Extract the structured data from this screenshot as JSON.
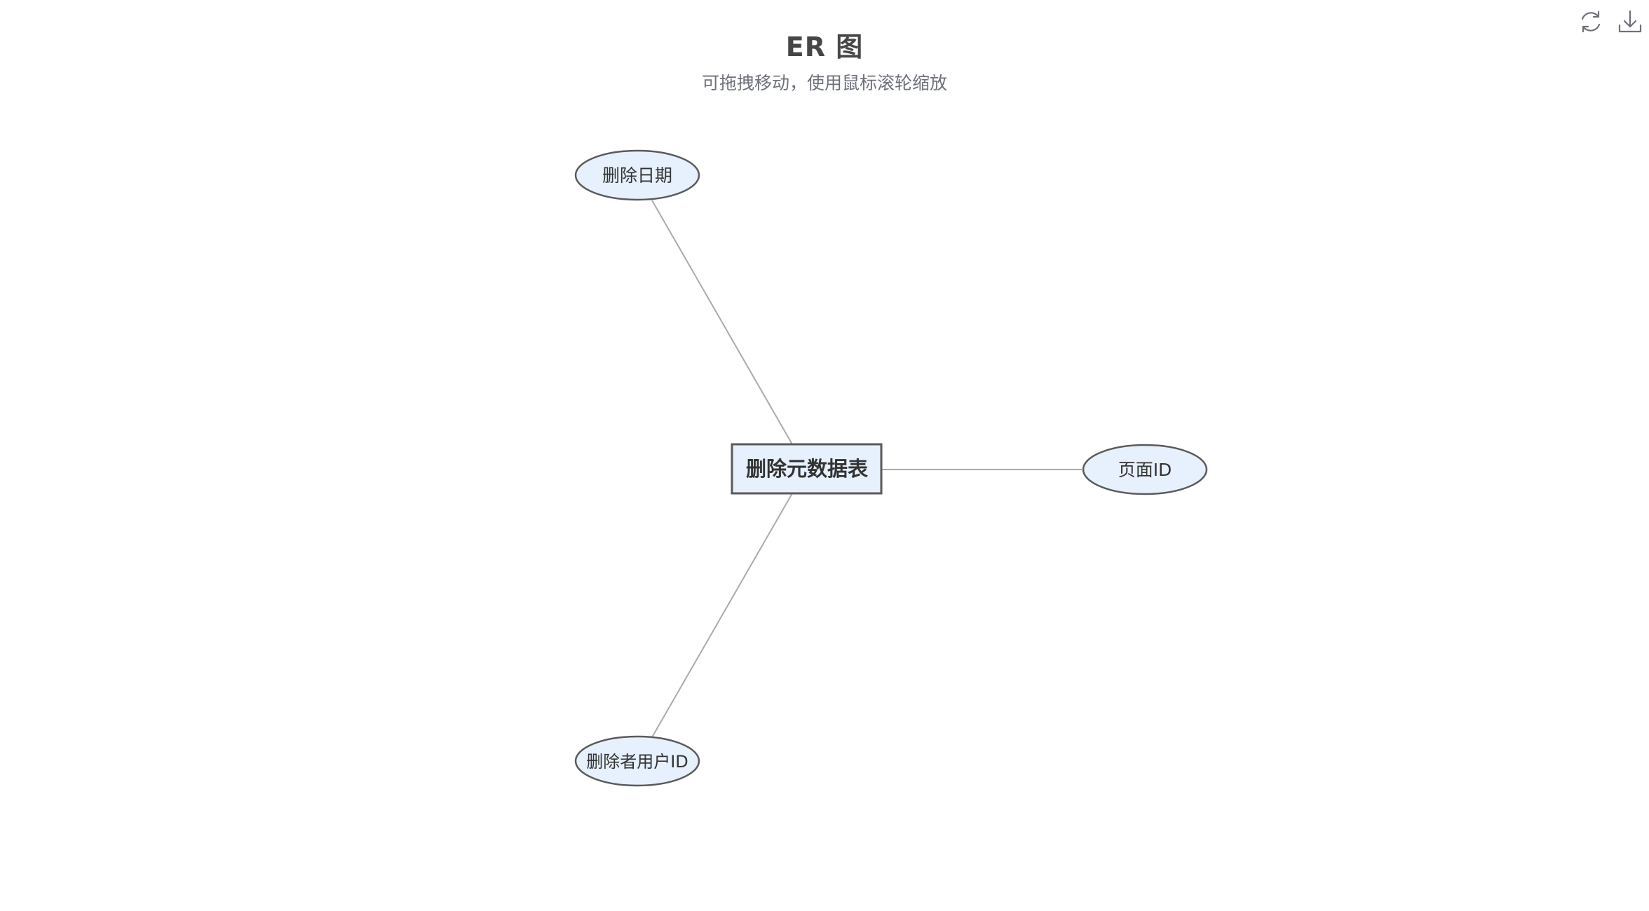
{
  "header": {
    "title": "ER 图",
    "subtitle": "可拖拽移动，使用鼠标滚轮缩放"
  },
  "toolbox": {
    "items": [
      {
        "icon": "refresh-icon"
      },
      {
        "icon": "download-icon"
      }
    ]
  },
  "diagram": {
    "entity": {
      "label": "删除元数据表"
    },
    "attributes": [
      {
        "label": "删除日期"
      },
      {
        "label": "页面ID"
      },
      {
        "label": "删除者用户ID"
      }
    ],
    "colors": {
      "node_fill": "#e6f1fd",
      "node_stroke": "#5a5a5a",
      "edge": "#aaaaaa",
      "text": "#333333"
    }
  }
}
